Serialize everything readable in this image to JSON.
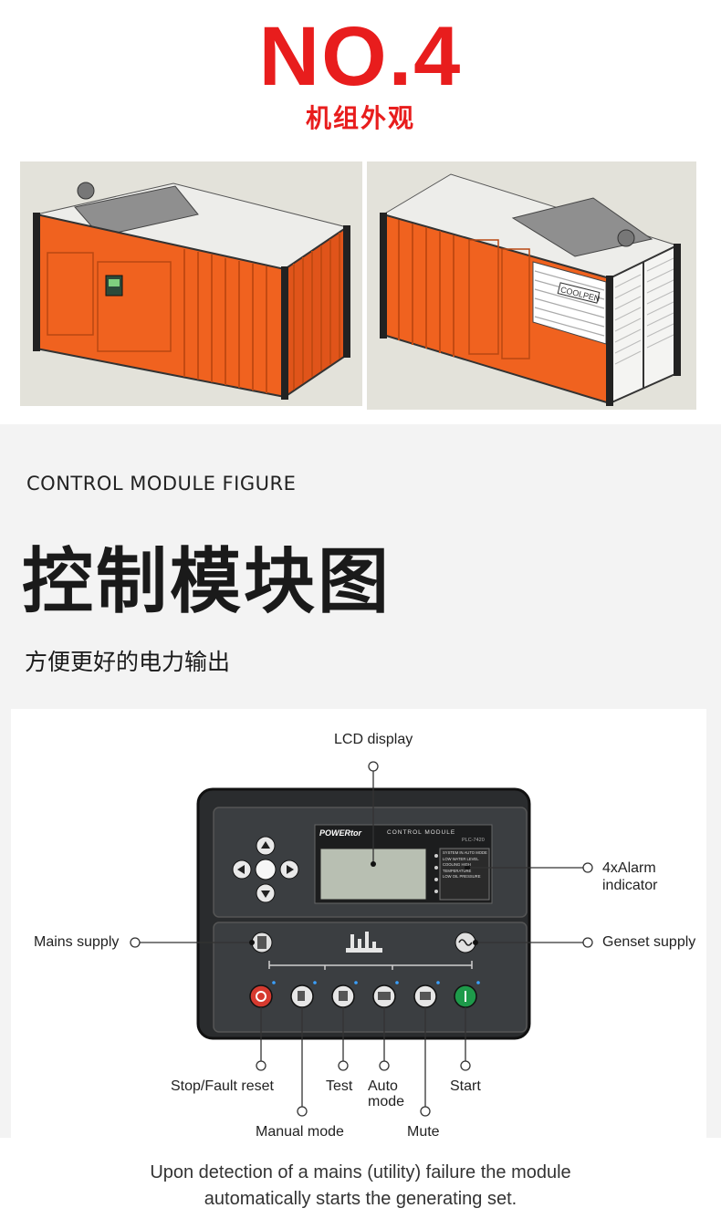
{
  "header": {
    "title": "NO.4",
    "subtitle": "机组外观"
  },
  "photos": {
    "right_nameplate": "COOLPEN"
  },
  "section": {
    "label_en": "CONTROL MODULE FIGURE",
    "title_cn": "控制模块图",
    "subtitle_cn": "方便更好的电力输出"
  },
  "module": {
    "brand": "POWERtor",
    "panel_title": "CONTROL MODULE",
    "model": "PLC-7420",
    "alarm_texts": [
      "SYSTEM IN AUTO MODE",
      "LOW WATER LEVEL",
      "COOLING HIGH TEMPERATURE",
      "LOW OIL PRESSURE"
    ]
  },
  "callouts": {
    "lcd": "LCD display",
    "alarm_line1": "4xAlarm",
    "alarm_line2": "indicator",
    "mains": "Mains supply",
    "genset": "Genset supply",
    "stop": "Stop/Fault reset",
    "test": "Test",
    "auto_line1": "Auto",
    "auto_line2": "mode",
    "start": "Start",
    "manual": "Manual mode",
    "mute": "Mute"
  },
  "caption": {
    "line1": "Upon detection of a mains (utility) failure the module",
    "line2": "automatically starts the generating set."
  },
  "colors": {
    "title_red": "#e81d1d",
    "container_orange": "#f0621f",
    "stop_red": "#d63a2f",
    "start_green": "#1e9a4a"
  }
}
